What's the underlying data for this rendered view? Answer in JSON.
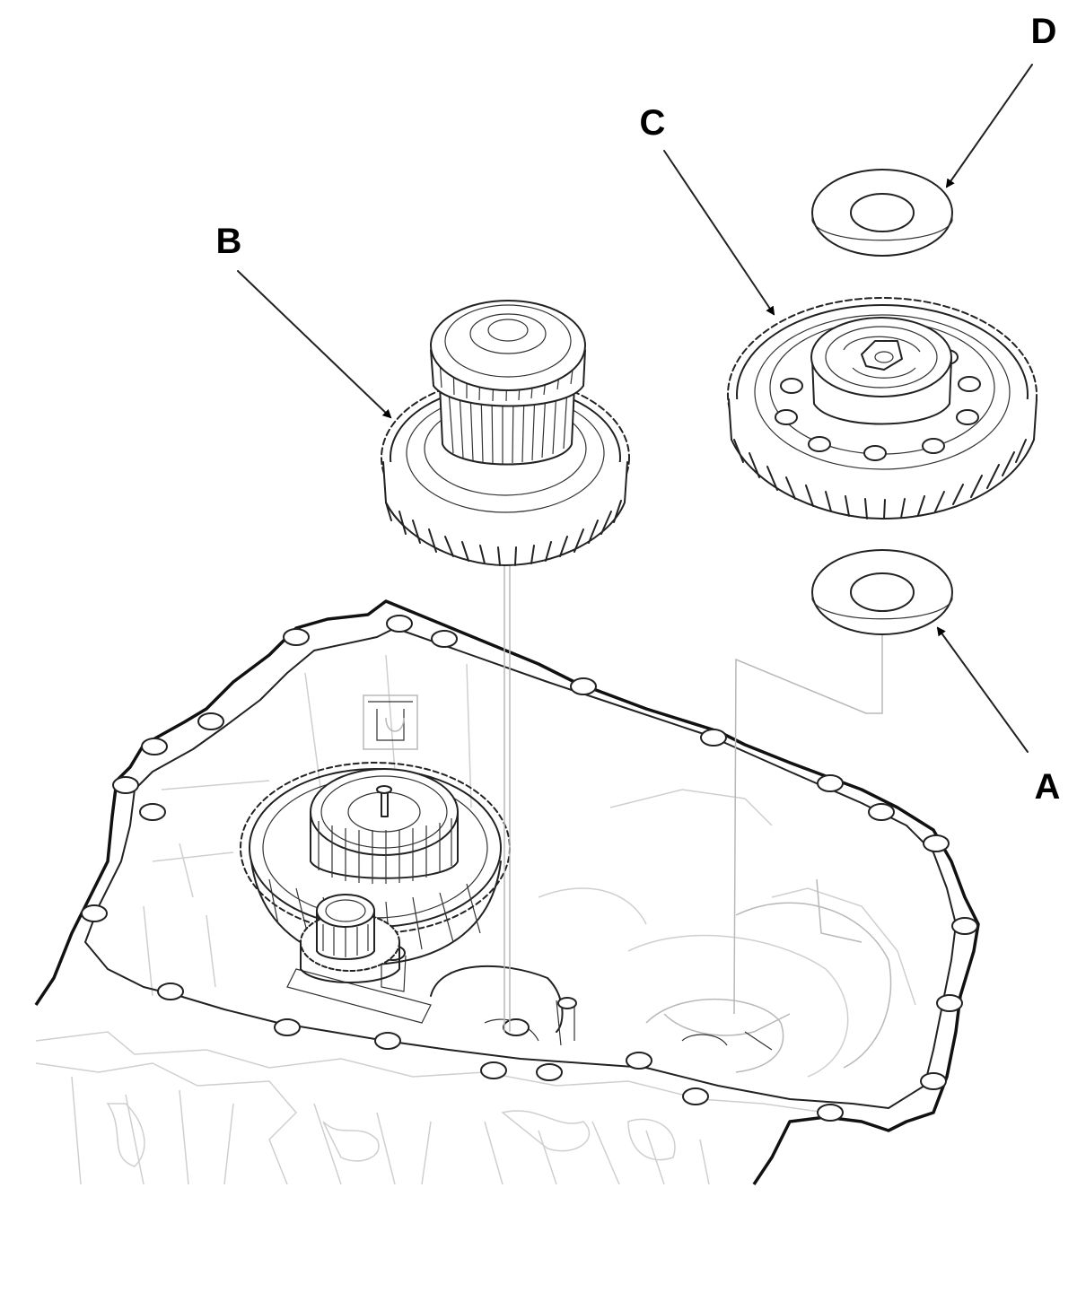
{
  "callouts": {
    "a": "A",
    "b": "B",
    "c": "C",
    "d": "D"
  },
  "colors": {
    "line": "#222222",
    "light_line": "#b8b8b8",
    "background": "#ffffff"
  }
}
